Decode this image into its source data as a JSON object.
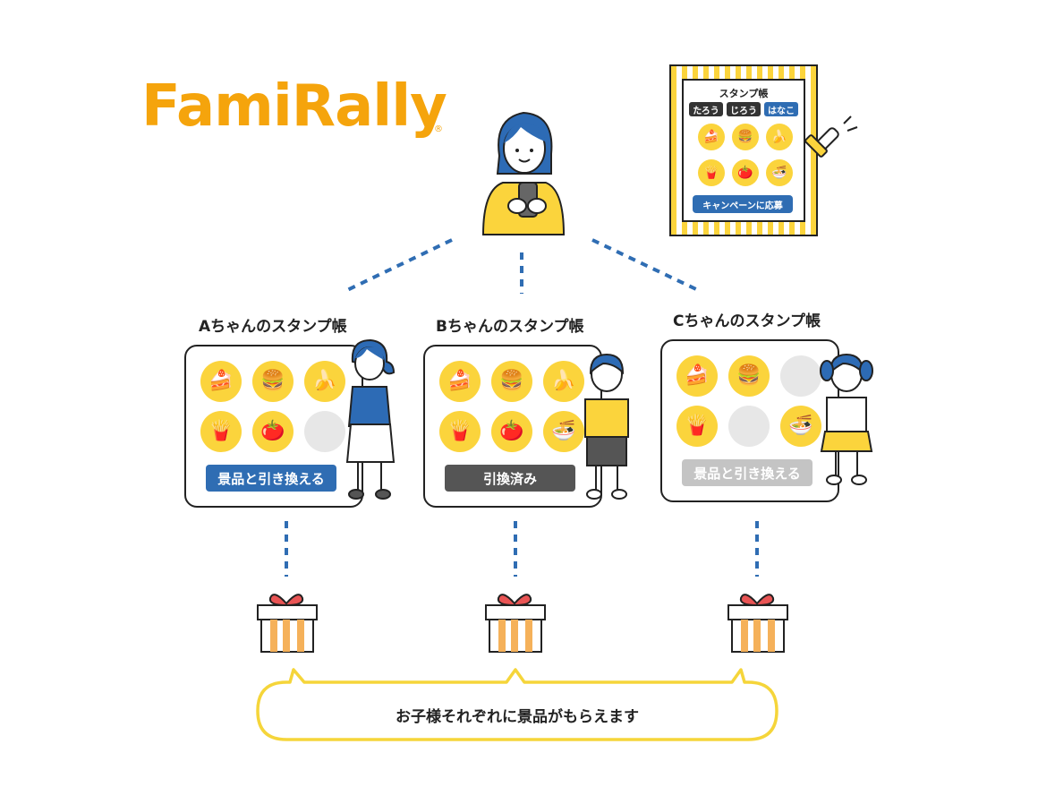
{
  "brand": {
    "name": "FamiRally",
    "mark": "®"
  },
  "phone_card": {
    "title": "スタンプ帳",
    "tabs": [
      "たろう",
      "じろう",
      "はなこ"
    ],
    "stamps": [
      "🍰",
      "🍔",
      "🍌",
      "🍟",
      "🍅",
      "🍜"
    ],
    "button": "キャンペーンに応募"
  },
  "children": [
    {
      "label": "Aちゃんのスタンプ帳",
      "stamps": [
        "🍰",
        "🍔",
        "🍌",
        "🍟",
        "🍅",
        ""
      ],
      "button": "景品と引き換える",
      "button_color": "#2f6db3"
    },
    {
      "label": "Bちゃんのスタンプ帳",
      "stamps": [
        "🍰",
        "🍔",
        "🍌",
        "🍟",
        "🍅",
        "🍜"
      ],
      "button": "引換済み",
      "button_color": "#555555"
    },
    {
      "label": "Cちゃんのスタンプ帳",
      "stamps": [
        "🍰",
        "🍔",
        "",
        "🍟",
        "",
        "🍜"
      ],
      "button": "景品と引き換える",
      "button_color": "#c4c4c4"
    }
  ],
  "gift_icons": [
    "gift-icon",
    "gift-icon",
    "gift-icon"
  ],
  "bubble": {
    "text": "お子様それぞれに景品がもらえます"
  },
  "colors": {
    "brand_orange": "#f5a40c",
    "stamp_yellow": "#fbd43c",
    "accent_blue": "#2f6db3",
    "dotted_blue": "#2f6db3",
    "bubble_border": "#f5d53a"
  }
}
